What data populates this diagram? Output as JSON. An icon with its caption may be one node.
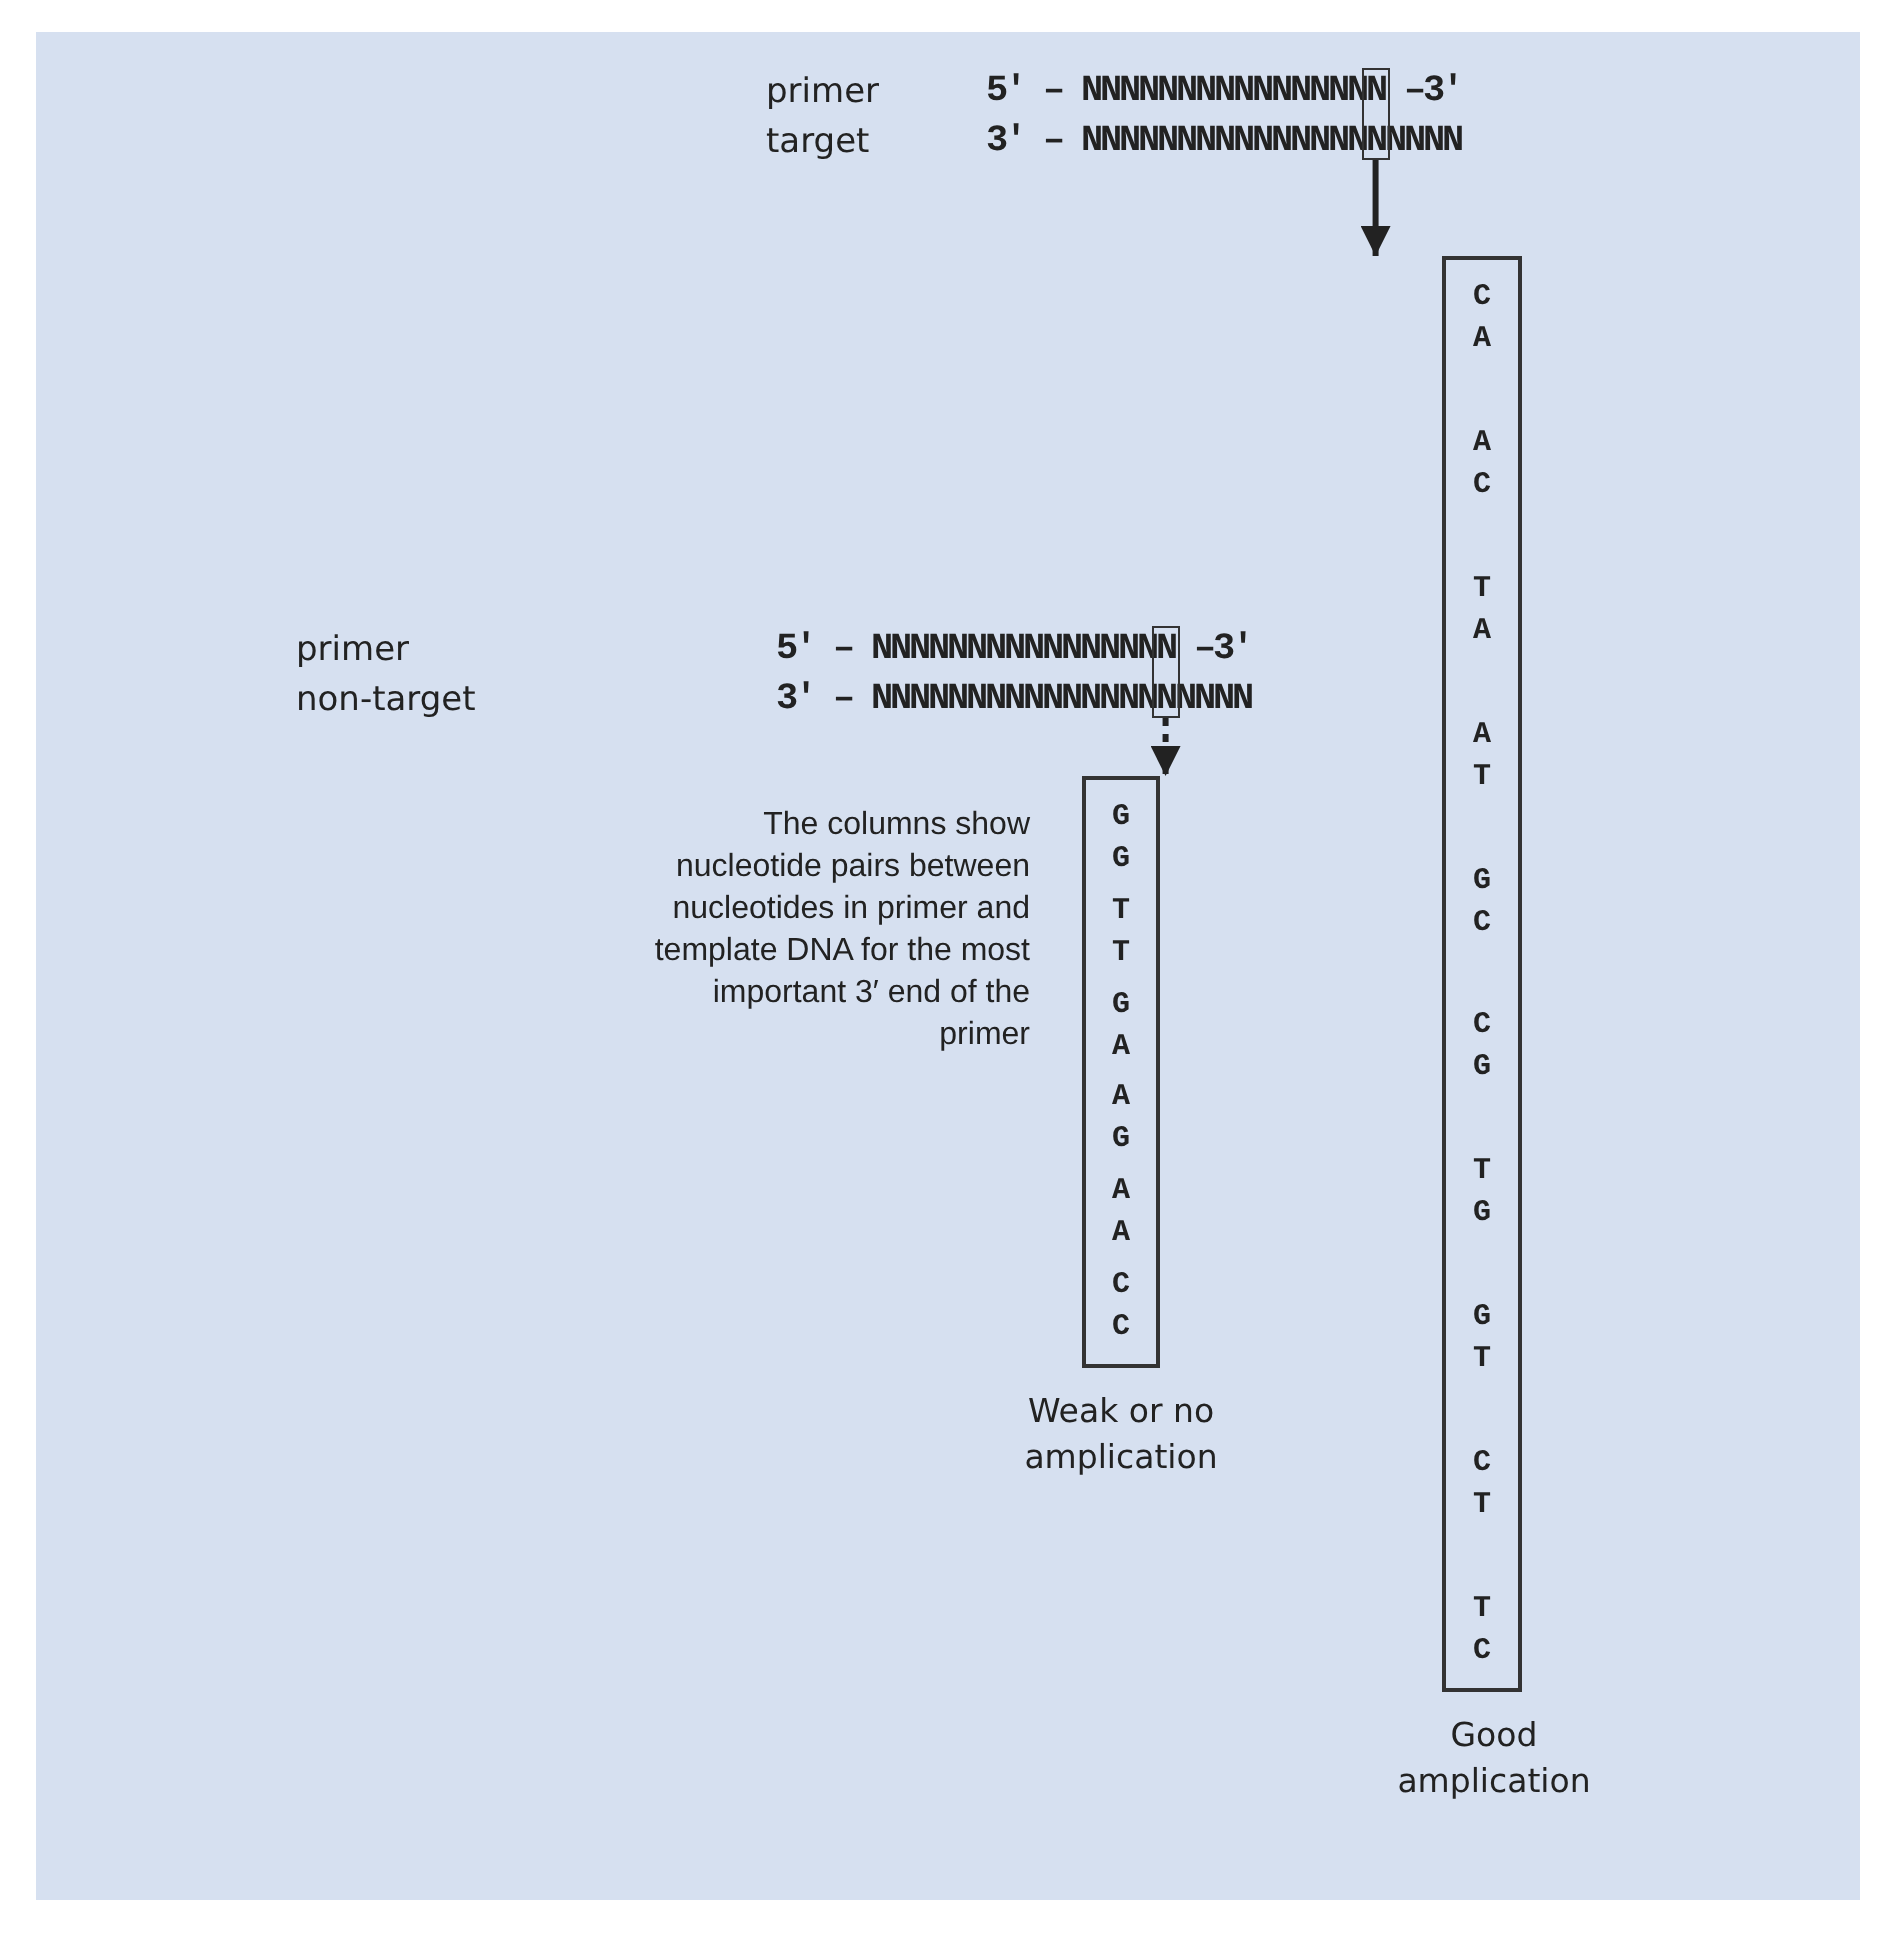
{
  "diagram": {
    "nodes": [
      {
        "text": [],
        "shape": "box"
      },
      {
        "text": [
          "C A",
          "A C",
          "T A",
          "A T",
          "G C",
          "C G",
          "T G",
          "G T",
          "C T",
          "T C"
        ],
        "beside": [
          "Good amplication"
        ]
      },
      {
        "text": [],
        "shape": "box"
      },
      {
        "text": [
          "G G",
          "T T",
          "G A",
          "A G",
          "A A",
          "C C"
        ],
        "beside": [
          "Weak or no amplication"
        ]
      }
    ],
    "edges": [
      {
        "from": 0,
        "to": 1,
        "arrow": "to"
      },
      {
        "from": 2,
        "to": 3,
        "arrow": "to",
        "style": "dashed"
      }
    ],
    "labels": [
      "primer",
      "5′ – NNNNNNNNNNNNNNNN –3′",
      "target",
      "3′ – NNNNNNNNNNNNNNNNNNNN",
      "primer",
      "5′ – NNNNNNNNNNNNNNNN –3′",
      "non-target",
      "3′ – NNNNNNNNNNNNNNNNNNNN",
      "The columns show nucleotide pairs between nucleotides in primer and template DNA for the most important 3′ end of the primer"
    ]
  }
}
